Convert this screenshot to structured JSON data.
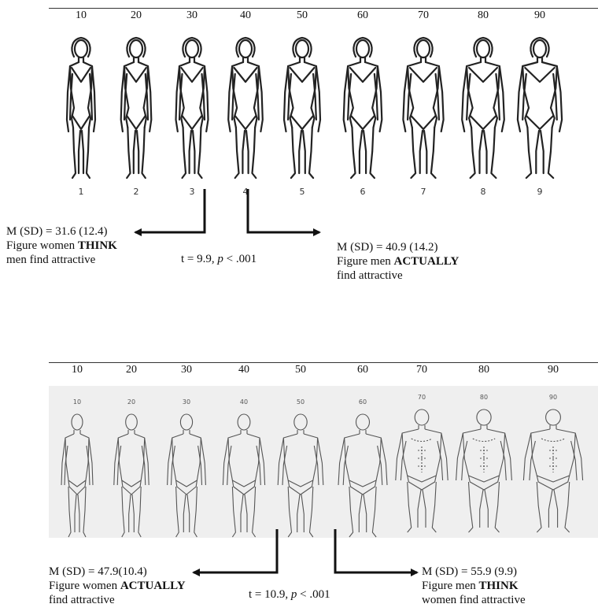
{
  "female_panel": {
    "scale_ticks": [
      "10",
      "20",
      "30",
      "40",
      "50",
      "60",
      "70",
      "80",
      "90"
    ],
    "figure_numbers": [
      "1",
      "2",
      "3",
      "4",
      "5",
      "6",
      "7",
      "8",
      "9"
    ],
    "think": {
      "stat": "M (SD) = 31.6 (12.4)",
      "line2_pre": "Figure women ",
      "line2_bold": "THINK",
      "line3": "men find attractive"
    },
    "actual": {
      "stat": "M (SD) = 40.9 (14.2)",
      "line2_pre": "Figure men ",
      "line2_bold": "ACTUALLY",
      "line3": "find attractive"
    },
    "test_pre": "t = 9.9, ",
    "test_p": "p",
    "test_post": " < .001"
  },
  "male_panel": {
    "scale_ticks": [
      "10",
      "20",
      "30",
      "40",
      "50",
      "60",
      "70",
      "80",
      "90"
    ],
    "figure_labels": [
      "10",
      "20",
      "30",
      "40",
      "50",
      "60",
      "70",
      "80",
      "90"
    ],
    "actual": {
      "stat": "M (SD) = 47.9(10.4)",
      "line2_pre": "Figure women ",
      "line2_bold": "ACTUALLY",
      "line3": "find attractive"
    },
    "think": {
      "stat": "M (SD) = 55.9 (9.9)",
      "line2_pre": "Figure men ",
      "line2_bold": "THINK",
      "line3": "women find attractive"
    },
    "test_pre": "t = 10.9, ",
    "test_p": "p",
    "test_post": " < .001"
  },
  "colors": {
    "ink": "#111111",
    "line": "#333333",
    "photo_bg": "#efefef",
    "figure_stroke": "#222222"
  }
}
